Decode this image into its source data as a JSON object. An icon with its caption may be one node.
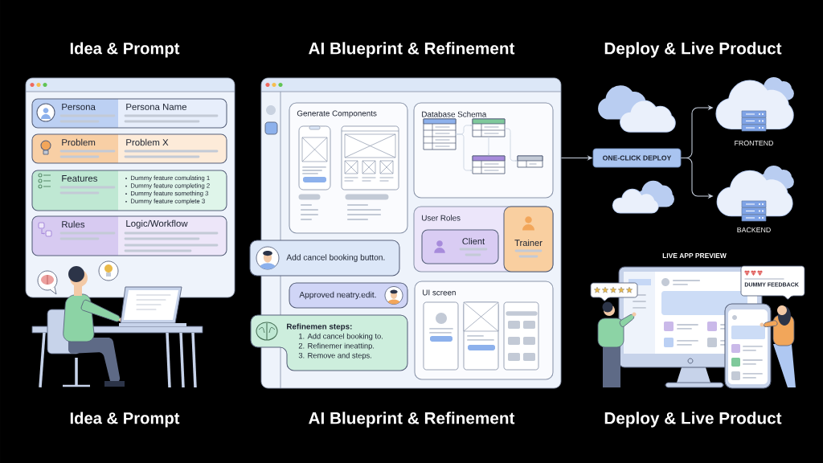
{
  "diagram": {
    "nodes": [
      {
        "text": [],
        "shape": "box"
      },
      {
        "text": [
          "Persona",
          "Persona Name"
        ],
        "in": 0
      },
      {
        "text": [
          "Problem",
          "Problem X"
        ],
        "in": 0
      },
      {
        "text": [
          "Features",
          "Dummy feature comulating 1",
          "Dummy feature completing 2",
          "Dummy feature something 3",
          "Dummy feature complete 3"
        ],
        "in": 0
      },
      {
        "text": [
          "Rules",
          "Logic/Workflow"
        ],
        "in": 0
      },
      {
        "text": [],
        "shape": "box"
      },
      {
        "text": [
          "Generate Components"
        ],
        "in": 5
      },
      {
        "text": [
          "Database Schema"
        ],
        "in": 5
      },
      {
        "text": [
          "User Roles"
        ],
        "in": 5
      },
      {
        "text": [
          "Client"
        ],
        "in": 8
      },
      {
        "text": [
          "Trainer"
        ],
        "in": 8
      },
      {
        "text": [
          "Add cancel booking button."
        ]
      },
      {
        "text": [
          "Approved neatry.edit."
        ],
        "in": 5
      },
      {
        "text": [
          "Refinemen steps:",
          "1. Add cancel booking to.",
          "2. Refinemer ineattinp.",
          "3. Remove and steps."
        ]
      },
      {
        "text": [
          "UI screen"
        ],
        "in": 5
      },
      {
        "text": [
          "ONE-CLICK DEPLOY"
        ]
      },
      {
        "text": [],
        "shape": "cloud",
        "beside": [
          "FRONTEND"
        ]
      },
      {
        "text": [],
        "shape": "cloud",
        "beside": [
          "BACKEND"
        ]
      }
    ],
    "edges": [
      {
        "from": 5,
        "to": 15,
        "arrow": "to"
      },
      {
        "from": 15,
        "to": 16,
        "arrow": "to"
      },
      {
        "from": 15,
        "to": 17,
        "arrow": "to"
      }
    ],
    "labels": [
      "Idea & Prompt",
      "AI Blueprint & Refinement",
      "Deploy & Live Product",
      "LIVE APP PREVIEW",
      "DUMMY FEEDBACK",
      "Idea & Prompt",
      "AI Blueprint & Refinement",
      "Deploy & Live Product"
    ]
  }
}
